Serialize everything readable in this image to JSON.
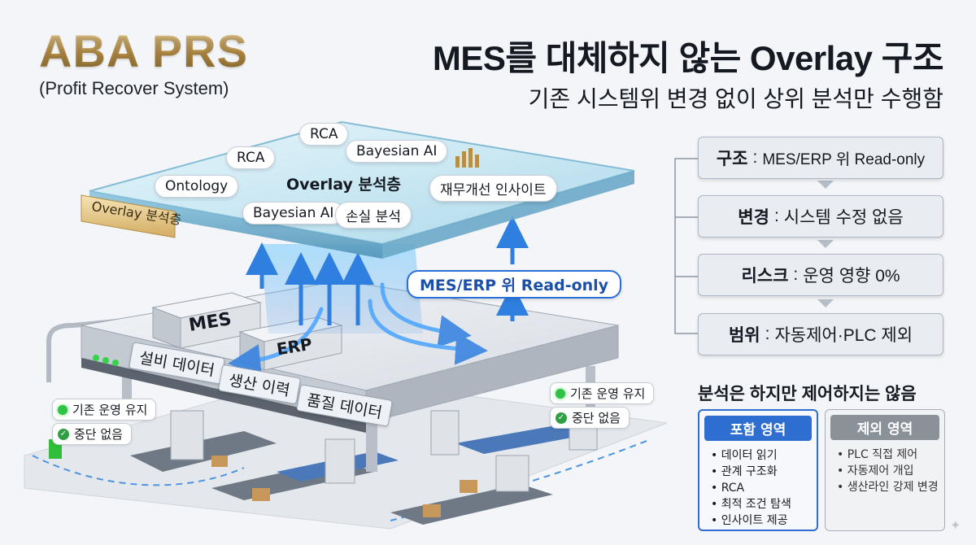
{
  "header": {
    "brand_title": "ABA PRS",
    "brand_subtitle": "(Profit Recover System)",
    "main_title": "MES를 대체하지 않는 Overlay 구조",
    "main_subtitle": "기존 시스템위 변경 없이 상위 분석만 수행함"
  },
  "overlay": {
    "tab_label": "Overlay 분석층",
    "center_label": "Overlay 분석층",
    "chips": [
      "RCA",
      "RCA",
      "Bayesian AI",
      "Ontology",
      "재무개선 인사이트",
      "Bayesian AI",
      "손실 분석"
    ]
  },
  "platform": {
    "boxes": [
      "MES",
      "ERP"
    ],
    "labels": [
      "설비 데이터",
      "생산 이력",
      "품질 데이터"
    ]
  },
  "read_badge": "MES/ERP 위 Read-only",
  "factory_status": {
    "left": [
      "기존 운영 유지",
      "중단 없음"
    ],
    "right": [
      "기존 운영 유지",
      "중단 없음"
    ]
  },
  "flow": [
    {
      "key": "구조",
      "value": "MES/ERP 위 Read-only"
    },
    {
      "key": "변경",
      "value": "시스템 수정 없음"
    },
    {
      "key": "리스크",
      "value": "운영 영향 0%"
    },
    {
      "key": "범위",
      "value": "자동제어·PLC 제외"
    }
  ],
  "section_heading": "분석은 하지만 제어하지는 않음",
  "include_panel": {
    "title": "포함 영역",
    "items": [
      "데이터 읽기",
      "관계 구조화",
      "RCA",
      "최적 조건 탐색",
      "인사이트 제공"
    ]
  },
  "exclude_panel": {
    "title": "제외 영역",
    "items": [
      "PLC 직접 제어",
      "자동제어 개입",
      "생산라인 강제 변경"
    ]
  },
  "colors": {
    "accent_blue": "#2e6ed0",
    "gold": "#b98f46",
    "status_green": "#2fc244"
  }
}
